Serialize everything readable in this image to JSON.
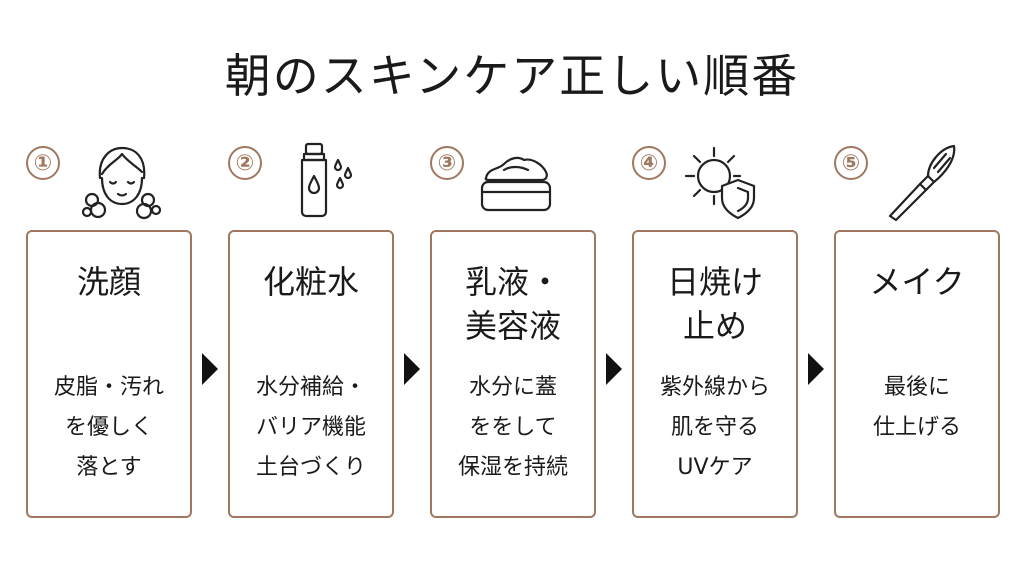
{
  "title": "朝のスキンケア正しい順番",
  "steps": [
    {
      "number": "①",
      "icon": "face-wash-icon",
      "title_lines": [
        "洗顔"
      ],
      "desc_lines": [
        "皮脂・汚れ",
        "を優しく",
        "落とす"
      ]
    },
    {
      "number": "②",
      "icon": "toner-bottle-icon",
      "title_lines": [
        "化粧水"
      ],
      "desc_lines": [
        "水分補給・",
        "バリア機能",
        "土台づくり"
      ]
    },
    {
      "number": "③",
      "icon": "cream-jar-icon",
      "title_lines": [
        "乳液・",
        "美容液"
      ],
      "desc_lines": [
        "水分に蓋",
        "ををして",
        "保湿を持続"
      ]
    },
    {
      "number": "④",
      "icon": "sun-shield-icon",
      "title_lines": [
        "日焼け",
        "止め"
      ],
      "desc_lines": [
        "紫外線から",
        "肌を守る",
        "UVケア"
      ]
    },
    {
      "number": "⑤",
      "icon": "makeup-brush-icon",
      "title_lines": [
        "メイク"
      ],
      "desc_lines": [
        "最後に",
        "仕上げる"
      ]
    }
  ],
  "colors": {
    "accent": "#a07860",
    "text": "#1a1a1a",
    "arrow": "#111111"
  }
}
